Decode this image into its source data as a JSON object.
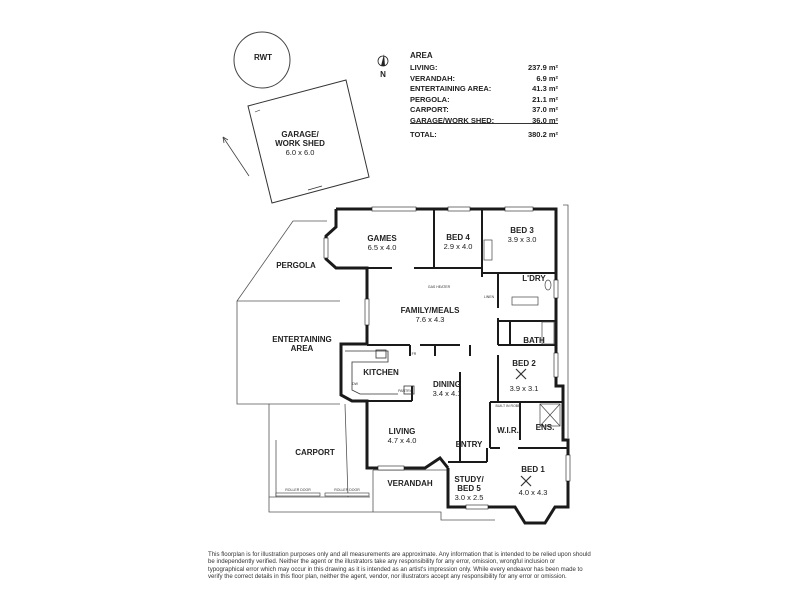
{
  "rwt_label": "RWT",
  "north_label": "N",
  "area": {
    "title": "AREA",
    "rows": [
      {
        "name": "LIVING:",
        "value": "237.9 m²"
      },
      {
        "name": "VERANDAH:",
        "value": "6.9 m²"
      },
      {
        "name": "ENTERTAINING AREA:",
        "value": "41.3 m²"
      },
      {
        "name": "PERGOLA:",
        "value": "21.1 m²"
      },
      {
        "name": "CARPORT:",
        "value": "37.0 m²"
      },
      {
        "name": "GARAGE/WORK SHED:",
        "value": "36.0 m²"
      }
    ],
    "total": {
      "name": "TOTAL:",
      "value": "380.2 m²"
    }
  },
  "rooms": {
    "garage": {
      "name1": "GARAGE/",
      "name2": "WORK SHED",
      "dims": "6.0 x 6.0"
    },
    "games": {
      "name": "GAMES",
      "dims": "6.5 x 4.0"
    },
    "bed4": {
      "name": "BED 4",
      "dims": "2.9 x 4.0"
    },
    "bed3": {
      "name": "BED 3",
      "dims": "3.9 x 3.0"
    },
    "pergola": {
      "name": "PERGOLA"
    },
    "ldry": {
      "name": "L'DRY"
    },
    "family": {
      "name": "FAMILY/MEALS",
      "dims": "7.6 x 4.3"
    },
    "entertaining": {
      "name1": "ENTERTAINING",
      "name2": "AREA"
    },
    "bath": {
      "name": "BATH"
    },
    "kitchen": {
      "name": "KITCHEN"
    },
    "dining": {
      "name": "DINING",
      "dims": "3.4 x 4.1"
    },
    "bed2": {
      "name": "BED 2",
      "dims": "3.9 x 3.1"
    },
    "carport": {
      "name": "CARPORT"
    },
    "wir": {
      "name": "W.I.R."
    },
    "ens": {
      "name": "ENS."
    },
    "living": {
      "name": "LIVING",
      "dims": "4.7 x 4.0"
    },
    "entry": {
      "name": "ENTRY"
    },
    "study": {
      "name1": "STUDY/",
      "name2": "BED 5",
      "dims": "3.0 x 2.5"
    },
    "bed1": {
      "name": "BED 1",
      "dims": "4.0 x 4.3"
    },
    "verandah": {
      "name": "VERANDAH"
    }
  },
  "fixtures": {
    "gas_heater": "GAS HEATER",
    "linen": "LINEN",
    "built_in_robe": "BUILT IN ROBE",
    "pantry": "PANTRY",
    "dw": "DW",
    "fr": "FR",
    "roller_door_1": "ROLLER DOOR",
    "roller_door_2": "ROLLER DOOR"
  },
  "disclaimer": "This floorplan is for illustration purposes only and all measurements are approximate. Any information that is intended to be relied upon should be independently verified. Neither the agent or the illustrators take any responsibility for any error, omission, wrongful inclusion or typographical error which may occur in this drawing as it is intended as an artist's impression only. While every endeavor has been made to verify the correct details in this floor plan, neither the agent, vendor, nor illustrators accept any responsibility for any error or omission."
}
